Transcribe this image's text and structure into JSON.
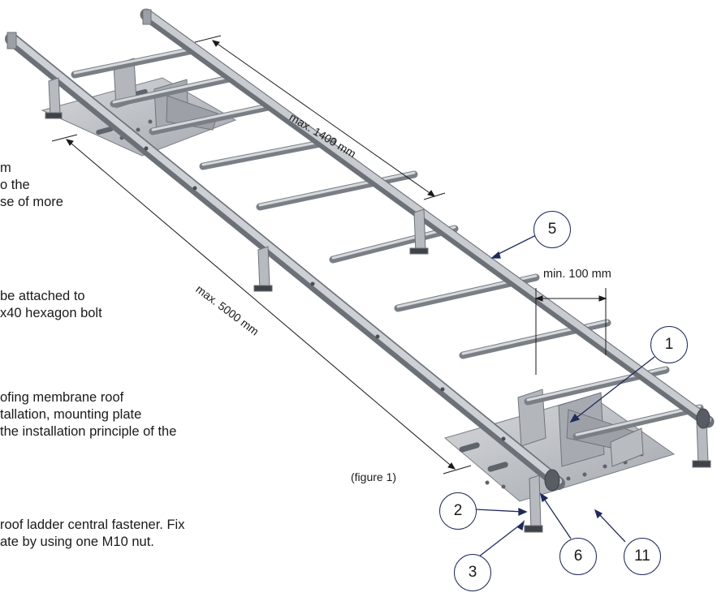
{
  "instructions": {
    "block1": [
      "m",
      "o the",
      "se of more"
    ],
    "block2": [
      "be attached to",
      "x40 hexagon bolt"
    ],
    "block3": [
      "ofing membrane roof",
      "tallation, mounting plate",
      "the installation principle of the"
    ],
    "block4": [
      "roof ladder central fastener. Fix",
      "ate by using one M10 nut."
    ]
  },
  "dimensions": {
    "ladder_width": "max. 1400 mm",
    "ladder_length": "max. 5000 mm",
    "min_spacing": "min. 100 mm"
  },
  "figure_caption": "(figure 1)",
  "callouts": {
    "c1": "1",
    "c2": "2",
    "c3": "3",
    "c5": "5",
    "c6": "6",
    "c11": "11"
  },
  "colors": {
    "metal_light": "#c9ccd0",
    "metal_mid": "#a9adb3",
    "metal_dark": "#6f747b",
    "callout_border": "#1f2a5c"
  }
}
